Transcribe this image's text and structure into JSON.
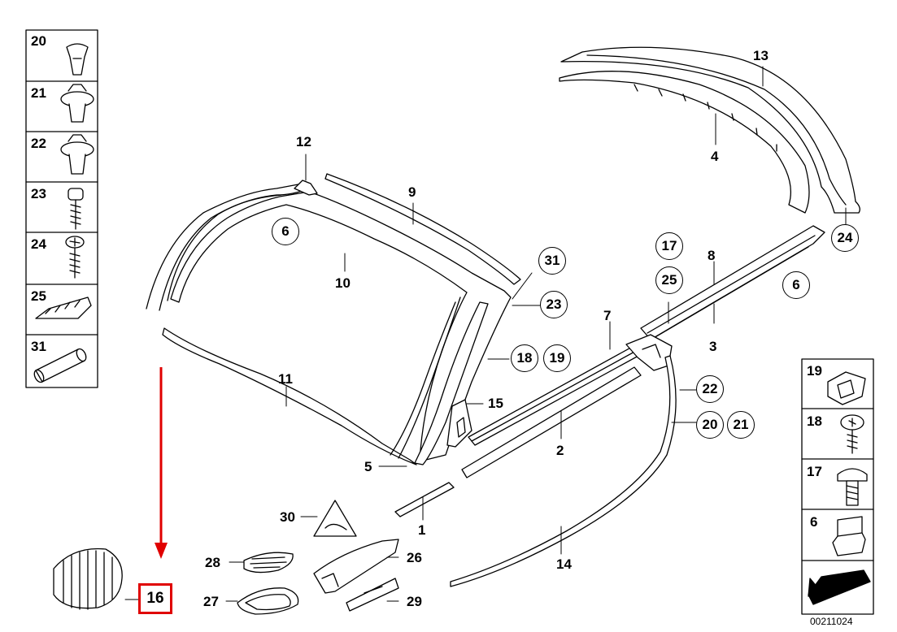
{
  "legend_left": [
    {
      "num": "20",
      "icon": "push-rivet-icon"
    },
    {
      "num": "21",
      "icon": "expansion-clip-icon"
    },
    {
      "num": "22",
      "icon": "expansion-clip-icon"
    },
    {
      "num": "23",
      "icon": "screw-with-grommet-icon"
    },
    {
      "num": "24",
      "icon": "screw-icon"
    },
    {
      "num": "25",
      "icon": "clip-strip-icon"
    },
    {
      "num": "31",
      "icon": "cylinder-pin-icon"
    }
  ],
  "legend_right": [
    {
      "num": "19",
      "icon": "spring-nut-icon"
    },
    {
      "num": "18",
      "icon": "torx-screw-icon"
    },
    {
      "num": "17",
      "icon": "push-rivet-icon"
    },
    {
      "num": "6",
      "icon": "clip-icon"
    }
  ],
  "callouts": {
    "c13": "13",
    "c4": "4",
    "c24": "24",
    "c12": "12",
    "c9": "9",
    "c6a": "6",
    "c10": "10",
    "c31": "31",
    "c23": "23",
    "c17": "17",
    "c8": "8",
    "c25": "25",
    "c6b": "6",
    "c3": "3",
    "c7": "7",
    "c18": "18",
    "c19": "19",
    "c11": "11",
    "c15": "15",
    "c22": "22",
    "c20": "20",
    "c21": "21",
    "c2": "2",
    "c5": "5",
    "c1": "1",
    "c30": "30",
    "c14": "14",
    "c28": "28",
    "c26": "26",
    "c27": "27",
    "c29": "29"
  },
  "highlight": {
    "label": "16",
    "color": "#e00000"
  },
  "diagram_id": "00211024"
}
